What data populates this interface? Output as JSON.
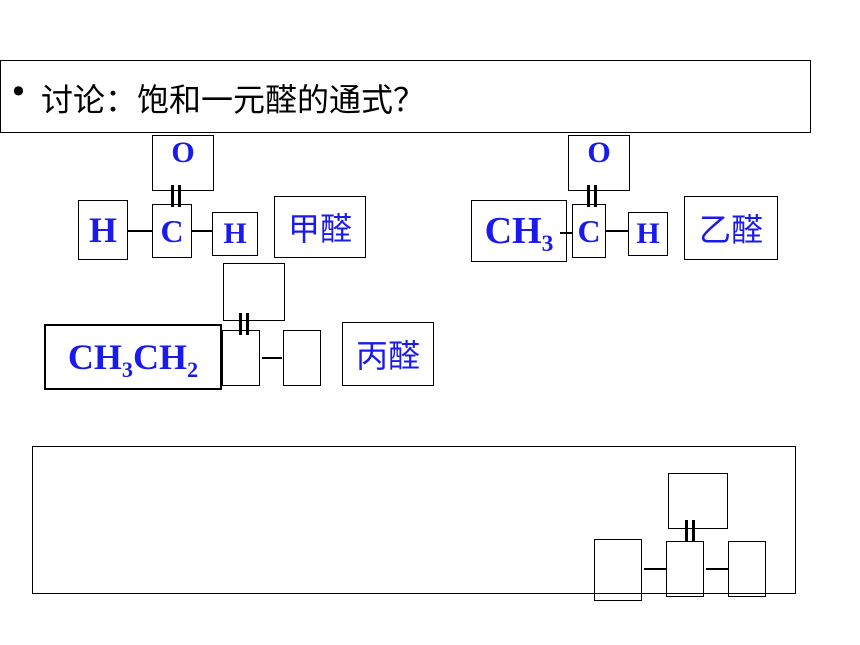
{
  "header": {
    "bullet": "•",
    "question": "讨论：饱和一元醛的通式？"
  },
  "methanal": {
    "o": "O",
    "c": "C",
    "h_left": "H",
    "h_right": "H",
    "name": "甲醛"
  },
  "ethanal": {
    "o": "O",
    "ch": "CH",
    "ch_sub": "3",
    "c": "C",
    "h": "H",
    "name": "乙醛"
  },
  "propanal": {
    "ch3_a": "CH",
    "sub_a": "3",
    "ch2_b": "CH",
    "sub_b": "2",
    "name": "丙醛"
  },
  "colors": {
    "formula_text": "#1a1aee",
    "border": "#000000"
  }
}
